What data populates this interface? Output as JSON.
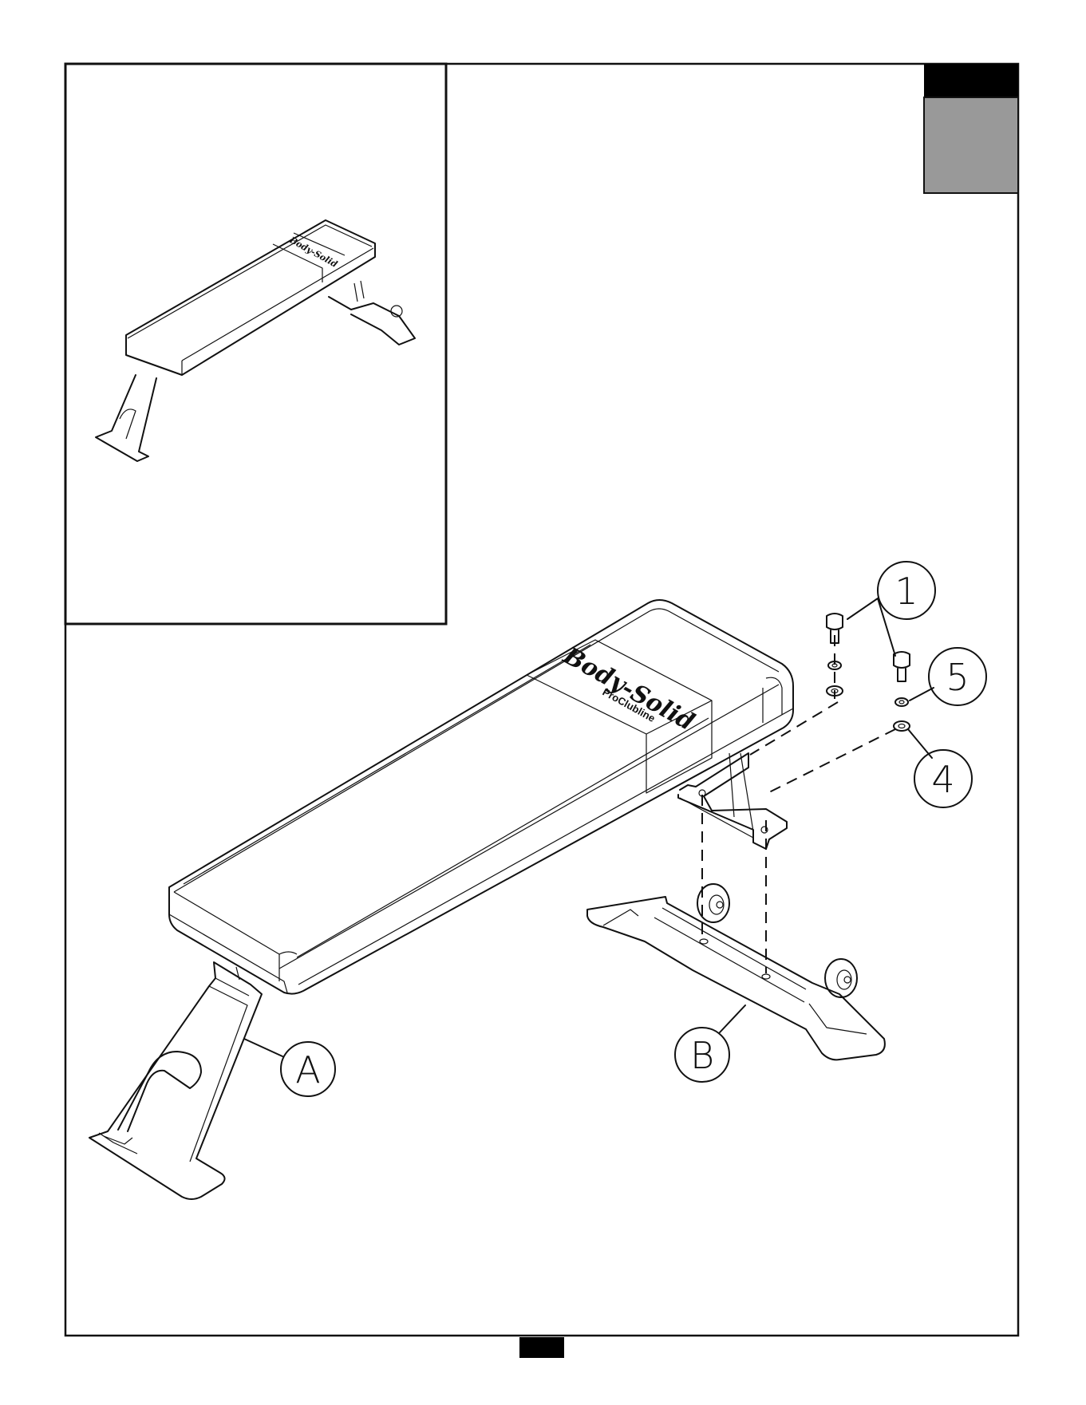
{
  "callouts": {
    "part_1": "1",
    "part_5": "5",
    "part_4": "4",
    "part_a": "A",
    "part_b": "B"
  },
  "branding": {
    "logo_script": "Body-Solid",
    "logo_sub": "ProClubline"
  },
  "colors": {
    "line": "#111111",
    "header_black": "#000000",
    "tab_gray": "#999999",
    "page_tab": "#000000"
  }
}
